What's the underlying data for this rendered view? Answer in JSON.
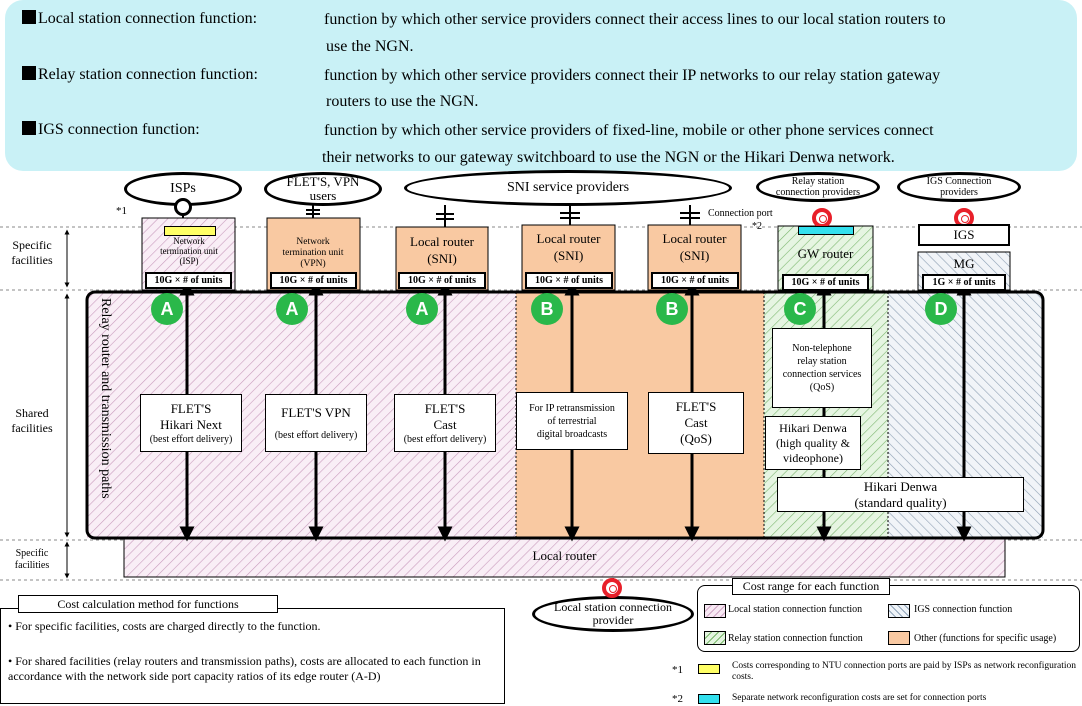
{
  "functions": [
    {
      "name": "Local station connection function:",
      "desc_line1": "function by which other service providers connect their access lines to our local station routers to",
      "desc_line2": "use the NGN."
    },
    {
      "name": "Relay station connection function:",
      "desc_line1": "function by which other service providers connect their IP networks to our relay station gateway",
      "desc_line2": "routers to use the NGN."
    },
    {
      "name": "IGS connection function:",
      "desc_line1": "function by which other service providers of fixed-line, mobile or other phone services connect",
      "desc_line2": "their  networks to our gateway switchboard to use the NGN or the Hikari Denwa network."
    }
  ],
  "ellipses": {
    "isps": "ISPs",
    "flets_vpn_users": "FLET'S, VPN users",
    "sni": "SNI service providers",
    "relay": "Relay station connection providers",
    "igs": "IGS Connection providers",
    "local_station": "Local station connection provider"
  },
  "notes": {
    "star1": "*1",
    "star2": "*2",
    "connection_port": "Connection port"
  },
  "specific_boxes": [
    {
      "l1": "Network",
      "l2": "termination unit",
      "l3": "(ISP)",
      "units": "10G × # of units"
    },
    {
      "l1": "Network",
      "l2": "termination unit",
      "l3": "(VPN)",
      "units": "10G × # of units"
    },
    {
      "l1": "Local router",
      "l2": "(SNI)",
      "units": "10G × # of units"
    },
    {
      "l1": "Local router",
      "l2": "(SNI)",
      "units": "10G × # of units"
    },
    {
      "l1": "Local router",
      "l2": "(SNI)",
      "units": "10G × # of units"
    },
    {
      "l1": "GW router",
      "units": "10G × # of units"
    },
    {
      "l1": "MG",
      "units": "1G × # of units",
      "igs": "IGS"
    }
  ],
  "row_labels": {
    "specific1": "Specific facilities",
    "shared": "Shared facilities",
    "specific2": "Specific facilities",
    "relay_vertical": "Relay router and transmission paths"
  },
  "circle_letters": [
    "A",
    "A",
    "A",
    "B",
    "B",
    "C",
    "D"
  ],
  "services": [
    {
      "l1": "FLET'S",
      "l2": "Hikari Next",
      "l3": "(best effort delivery)"
    },
    {
      "l1": "FLET'S VPN",
      "l2": "",
      "l3": "(best effort delivery)"
    },
    {
      "l1": "FLET'S",
      "l2": "Cast",
      "l3": "(best effort delivery)"
    },
    {
      "l1": "For IP retransmission",
      "l2": "of terrestrial",
      "l3": "digital broadcasts"
    },
    {
      "l1": "FLET'S",
      "l2": "Cast",
      "l3": "(QoS)"
    },
    {
      "l1": "Non-telephone",
      "l2": "relay station",
      "l3": "connection services",
      "l4": "(QoS)"
    },
    {
      "l1": "Hikari Denwa",
      "l2": "(high quality &",
      "l3": "videophone)"
    },
    {
      "l1": "Hikari Denwa",
      "l2": "(standard quality)"
    }
  ],
  "local_router": "Local router",
  "cost_method": {
    "title": "Cost calculation method for functions",
    "b1": "For specific facilities, costs are charged directly to the function.",
    "b2": "For shared facilities (relay routers and transmission paths), costs are allocated to each function in accordance with the network side port capacity ratios of its edge router (A-D)"
  },
  "legend": {
    "title": "Cost range for each function",
    "local": "Local station connection function",
    "igs": "IGS connection function",
    "relay": "Relay station connection function",
    "other": "Other (functions for specific usage)"
  },
  "footnotes": {
    "f1_mark": "*1",
    "f1": "Costs corresponding to NTU connection ports are paid by ISPs as network reconfiguration costs.",
    "f2_mark": "*2",
    "f2": "Separate network reconfiguration costs are set for connection ports"
  },
  "colors": {
    "banner": "#c9f1f6",
    "green": "#2ab84a",
    "peach": "#f9c9a2",
    "yellow": "#ffff66",
    "cyan": "#33e0ee",
    "red": "#e8202a"
  }
}
